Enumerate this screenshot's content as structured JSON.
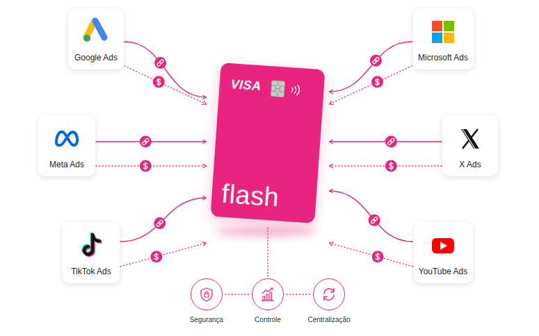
{
  "diagram": {
    "nodes": [
      {
        "text": [
          "Google Ads"
        ]
      },
      {
        "text": [
          "Microsoft Ads"
        ]
      },
      {
        "text": [
          "Meta Ads"
        ]
      },
      {
        "text": [
          "X Ads"
        ]
      },
      {
        "text": [
          "TikTok Ads"
        ]
      },
      {
        "text": [
          "YouTube Ads"
        ]
      },
      {
        "text": [
          "VISA",
          "flash"
        ]
      },
      {
        "text": [
          "Segurança"
        ]
      },
      {
        "text": [
          "Controle"
        ]
      },
      {
        "text": [
          "Centralização"
        ]
      }
    ],
    "edges": [
      {
        "from": 0,
        "to": 6,
        "arrow": "to"
      },
      {
        "from": 0,
        "to": 6,
        "arrow": "to"
      },
      {
        "from": 1,
        "to": 6,
        "arrow": "to"
      },
      {
        "from": 1,
        "to": 6,
        "arrow": "to"
      },
      {
        "from": 2,
        "to": 6,
        "arrow": "to"
      },
      {
        "from": 2,
        "to": 6,
        "arrow": "to"
      },
      {
        "from": 3,
        "to": 6,
        "arrow": "to"
      },
      {
        "from": 3,
        "to": 6,
        "arrow": "to"
      },
      {
        "from": 4,
        "to": 6,
        "arrow": "to"
      },
      {
        "from": 4,
        "to": 6,
        "arrow": "to"
      },
      {
        "from": 5,
        "to": 6,
        "arrow": "to"
      },
      {
        "from": 5,
        "to": 6,
        "arrow": "to"
      },
      {
        "from": 6,
        "to": 8,
        "arrow": "none"
      },
      {
        "from": 7,
        "to": 8,
        "arrow": "none"
      },
      {
        "from": 8,
        "to": 9,
        "arrow": "none"
      }
    ]
  }
}
